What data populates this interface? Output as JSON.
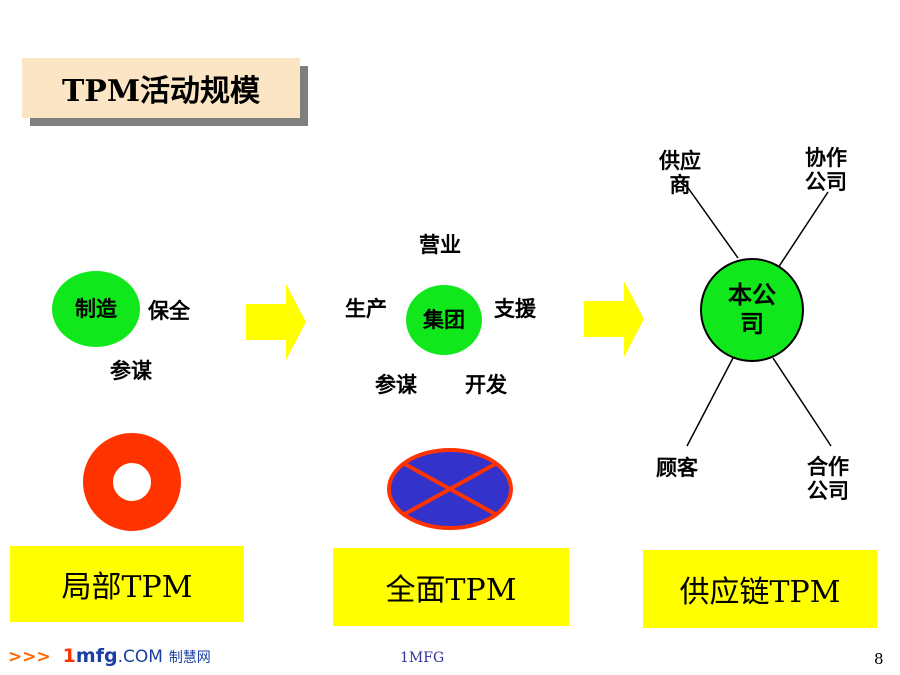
{
  "title": "TPM活动规模",
  "stage1": {
    "center": "制造",
    "right": "保全",
    "bottom": "参谋",
    "box": "局部TPM"
  },
  "stage2": {
    "top": "营业",
    "left": "生产",
    "center": "集团",
    "right": "支援",
    "bottom_left": "参谋",
    "bottom_right": "开发",
    "box": "全面TPM"
  },
  "stage3": {
    "center_line1": "本公",
    "center_line2": "司",
    "top_left_line1": "供应",
    "top_left_line2": "商",
    "top_right_line1": "协作",
    "top_right_line2": "公司",
    "bottom_left": "顾客",
    "bottom_right_line1": "合作",
    "bottom_right_line2": "公司",
    "box": "供应链TPM"
  },
  "colors": {
    "green": "#11e81c",
    "yellow": "#ffff00",
    "red_ring": "#ff3300",
    "blue_ellipse": "#3333cc",
    "title_bg": "#fbe5c4"
  },
  "footer": {
    "logo_arrows": ">>>",
    "logo_num": "1",
    "logo_site": "mfg",
    "logo_dotcom": ".COM",
    "logo_cn": "制慧网",
    "center": "1MFG",
    "page": "8"
  }
}
